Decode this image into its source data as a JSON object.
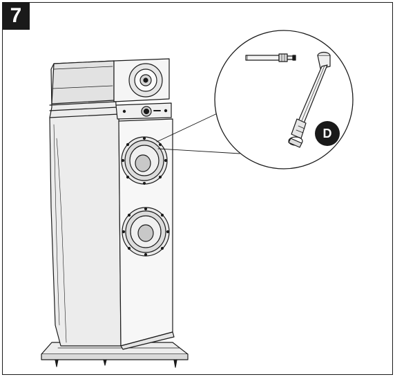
{
  "figure": {
    "step_number": "7",
    "callout_label": "D"
  },
  "colors": {
    "ink": "#1a1a1a",
    "panel_fill": "#e9e9e9",
    "panel_dark": "#cfcfcf",
    "background": "#ffffff"
  },
  "icons": [
    "speaker-illustration",
    "tool-detail-callout",
    "hex-key-icon",
    "threaded-spike-icon"
  ]
}
